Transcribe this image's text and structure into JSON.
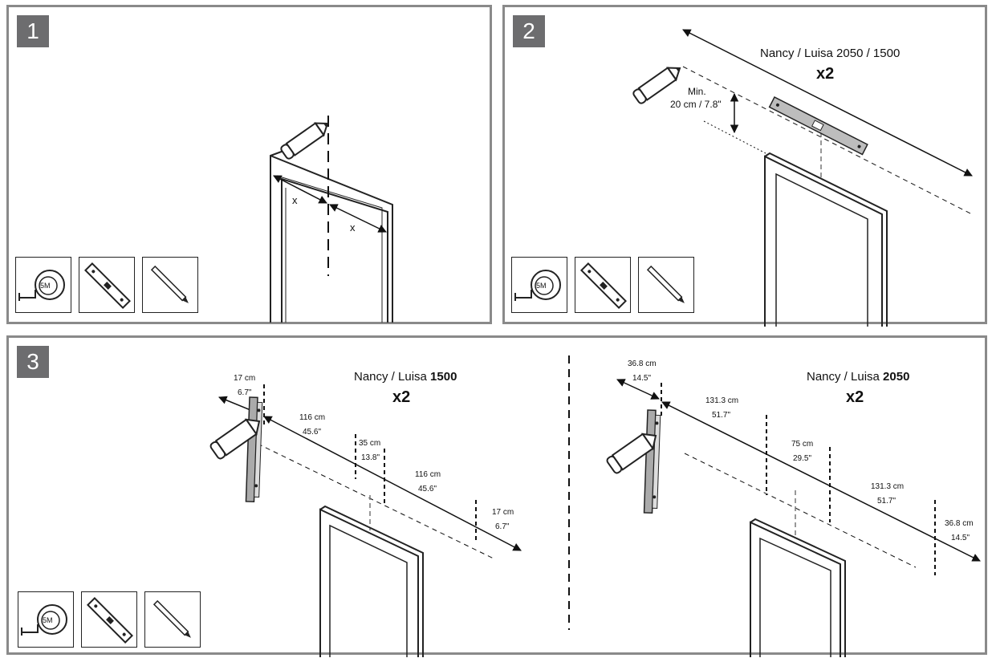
{
  "panels": [
    {
      "step": "1",
      "x_label": "x"
    },
    {
      "step": "2",
      "title": "Nancy / Luisa 2050 / 1500",
      "qty": "x2",
      "min_label": "Min.",
      "min_value": "20 cm / 7.8\""
    },
    {
      "step": "3"
    }
  ],
  "tools": {
    "tape": "5M"
  },
  "panel3": {
    "left": {
      "title_prefix": "Nancy / Luisa ",
      "title_bold": "1500",
      "qty": "x2",
      "dims": [
        {
          "cm": "17 cm",
          "in": "6.7\""
        },
        {
          "cm": "116 cm",
          "in": "45.6\""
        },
        {
          "cm": "35 cm",
          "in": "13.8\""
        },
        {
          "cm": "116 cm",
          "in": "45.6\""
        },
        {
          "cm": "17 cm",
          "in": "6.7\""
        }
      ]
    },
    "right": {
      "title_prefix": "Nancy / Luisa ",
      "title_bold": "2050",
      "qty": "x2",
      "dims": [
        {
          "cm": "36.8 cm",
          "in": "14.5\""
        },
        {
          "cm": "131.3 cm",
          "in": "51.7\""
        },
        {
          "cm": "75 cm",
          "in": "29.5\""
        },
        {
          "cm": "131.3 cm",
          "in": "51.7\""
        },
        {
          "cm": "36.8 cm",
          "in": "14.5\""
        }
      ]
    }
  }
}
